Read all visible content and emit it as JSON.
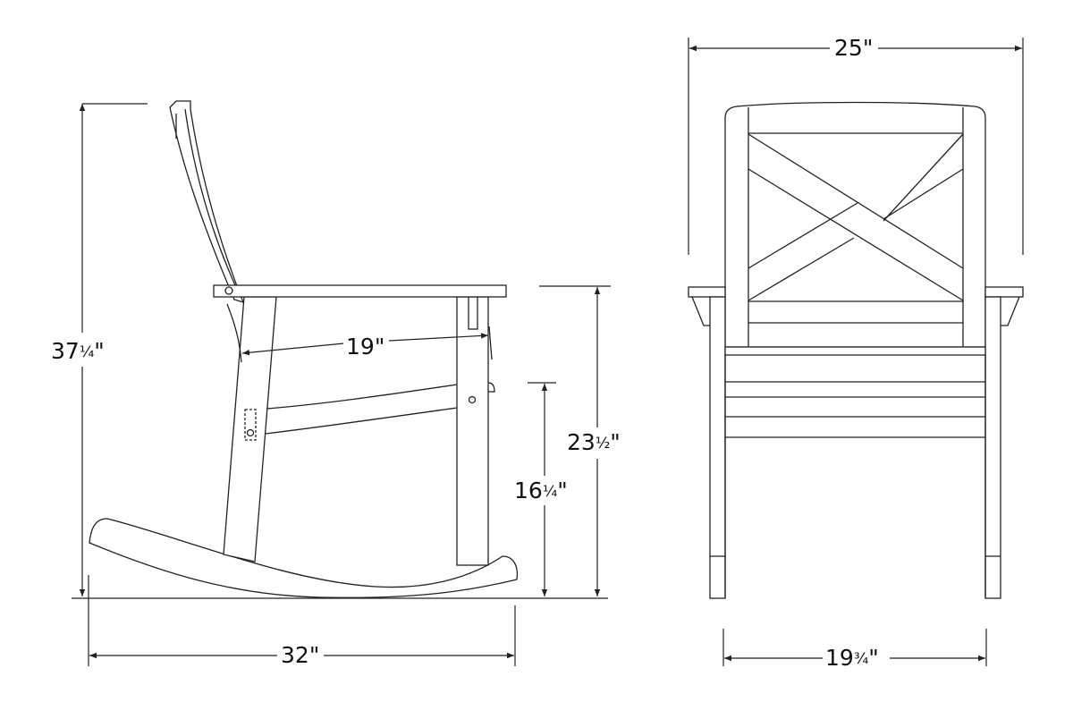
{
  "diagram": {
    "title": "Rocking chair dimensions",
    "views": [
      "side-view",
      "front-view"
    ],
    "colors": {
      "line": "#222222",
      "background": "#ffffff"
    }
  },
  "dimensions": {
    "overall_height": {
      "whole": "37",
      "frac": "¼",
      "unit": "\""
    },
    "arm_depth": {
      "whole": "19",
      "frac": "",
      "unit": "\""
    },
    "arm_height": {
      "whole": "23",
      "frac": "½",
      "unit": "\""
    },
    "seat_height": {
      "whole": "16",
      "frac": "¼",
      "unit": "\""
    },
    "overall_depth": {
      "whole": "32",
      "frac": "",
      "unit": "\""
    },
    "overall_width": {
      "whole": "25",
      "frac": "",
      "unit": "\""
    },
    "seat_width": {
      "whole": "19",
      "frac": "¾",
      "unit": "\""
    }
  }
}
